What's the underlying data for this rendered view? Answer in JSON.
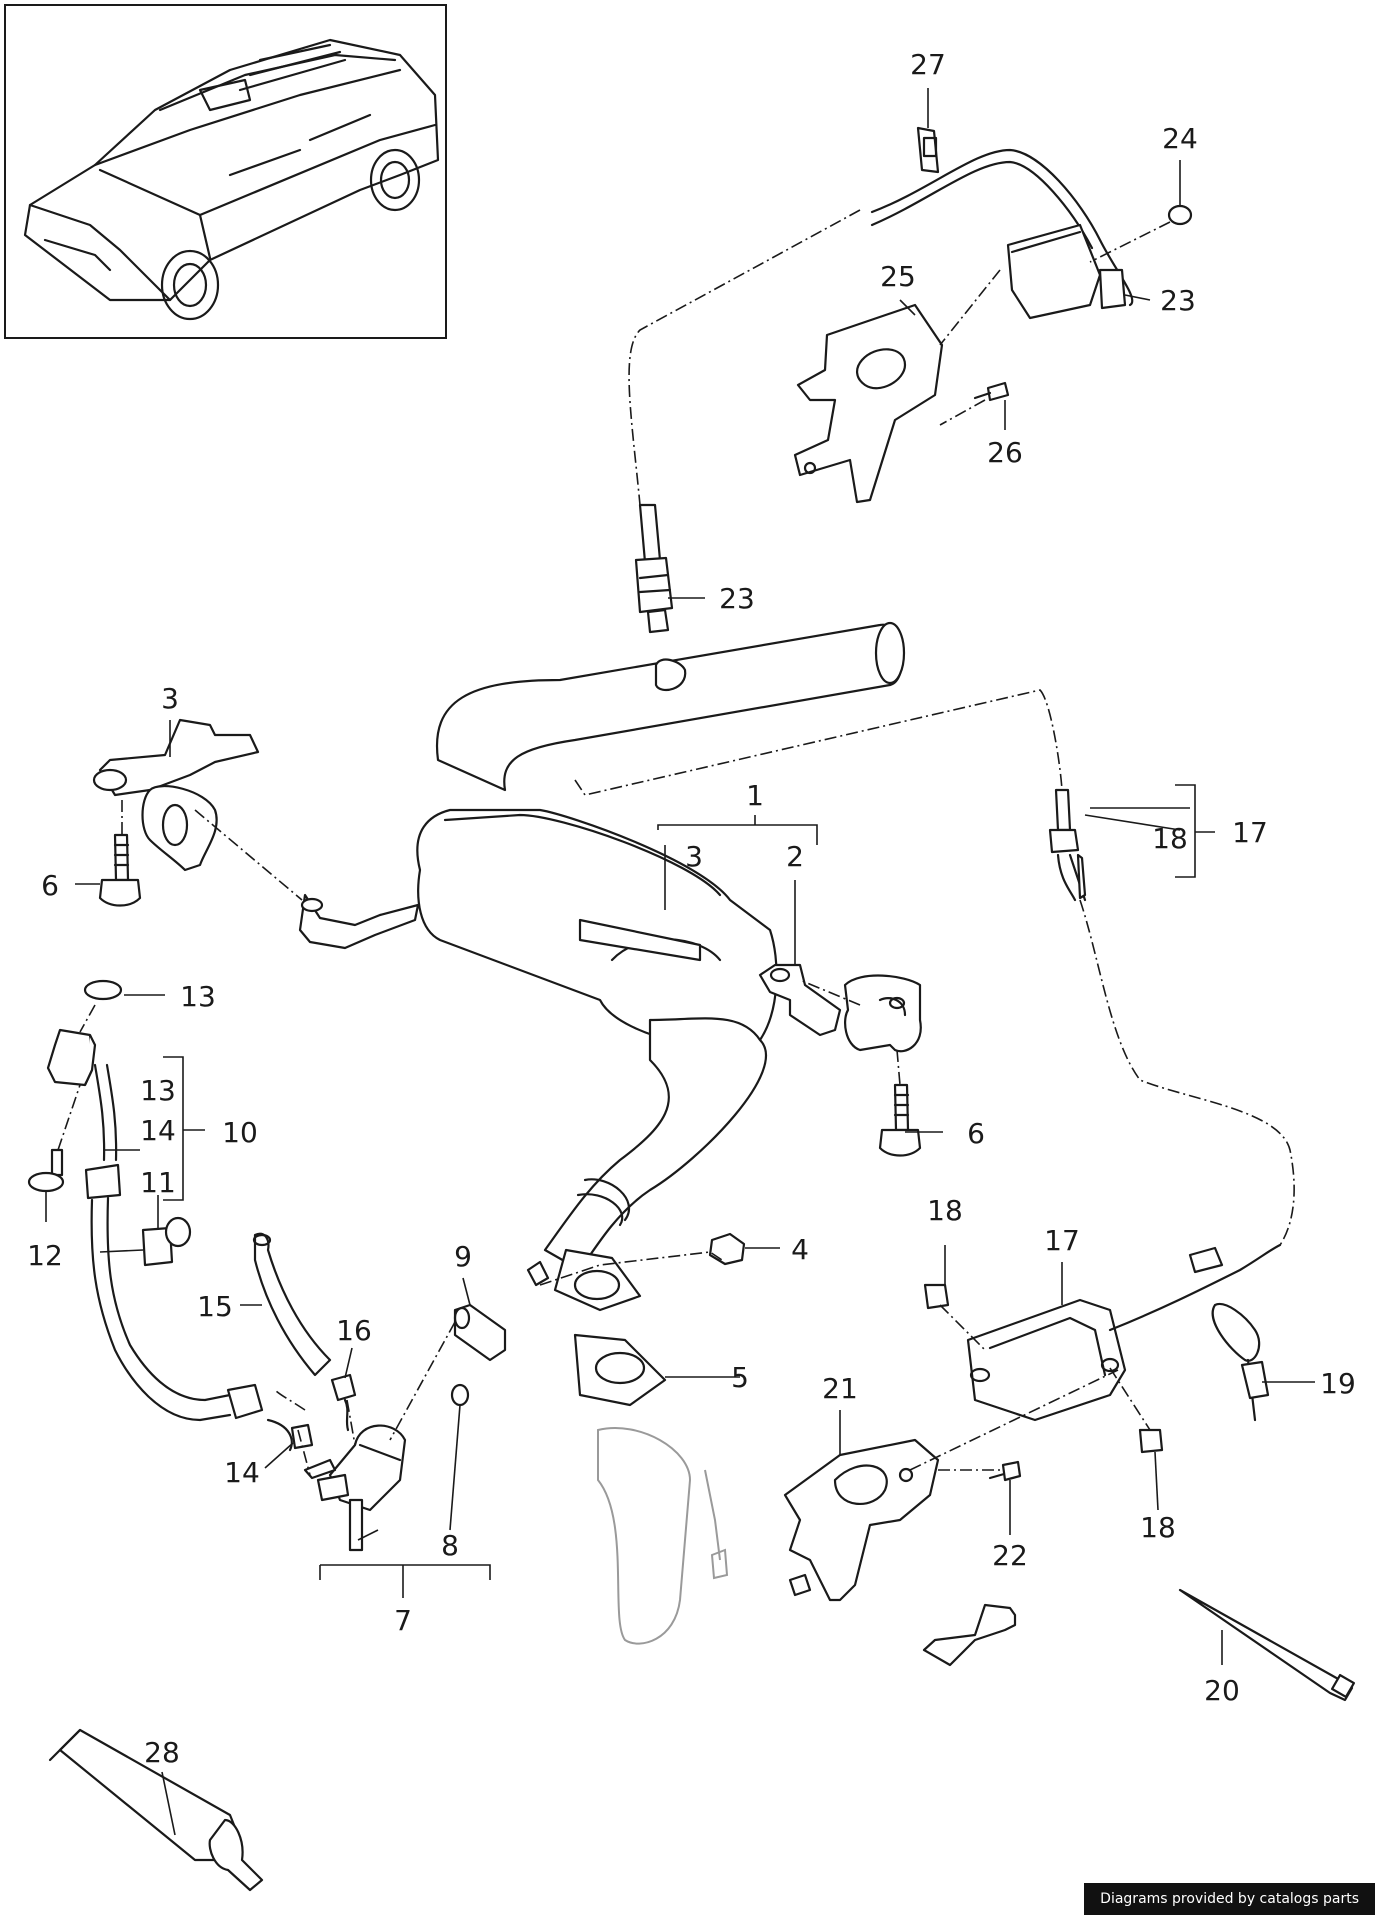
{
  "callouts": {
    "c1": "1",
    "c2": "2",
    "c3a": "3",
    "c3b": "3",
    "c4": "4",
    "c5": "5",
    "c6a": "6",
    "c6b": "6",
    "c7": "7",
    "c8": "8",
    "c9": "9",
    "c10": "10",
    "c11": "11",
    "c12": "12",
    "c13a": "13",
    "c13b": "13",
    "c14a": "14",
    "c14b": "14",
    "c15": "15",
    "c16": "16",
    "c17a": "17",
    "c17b": "17",
    "c18a": "18",
    "c18b": "18",
    "c18c": "18",
    "c19": "19",
    "c20": "20",
    "c21": "21",
    "c22": "22",
    "c23a": "23",
    "c23b": "23",
    "c24": "24",
    "c25": "25",
    "c26": "26",
    "c27": "27",
    "c28": "28"
  },
  "credit": "Diagrams provided by catalogs parts"
}
